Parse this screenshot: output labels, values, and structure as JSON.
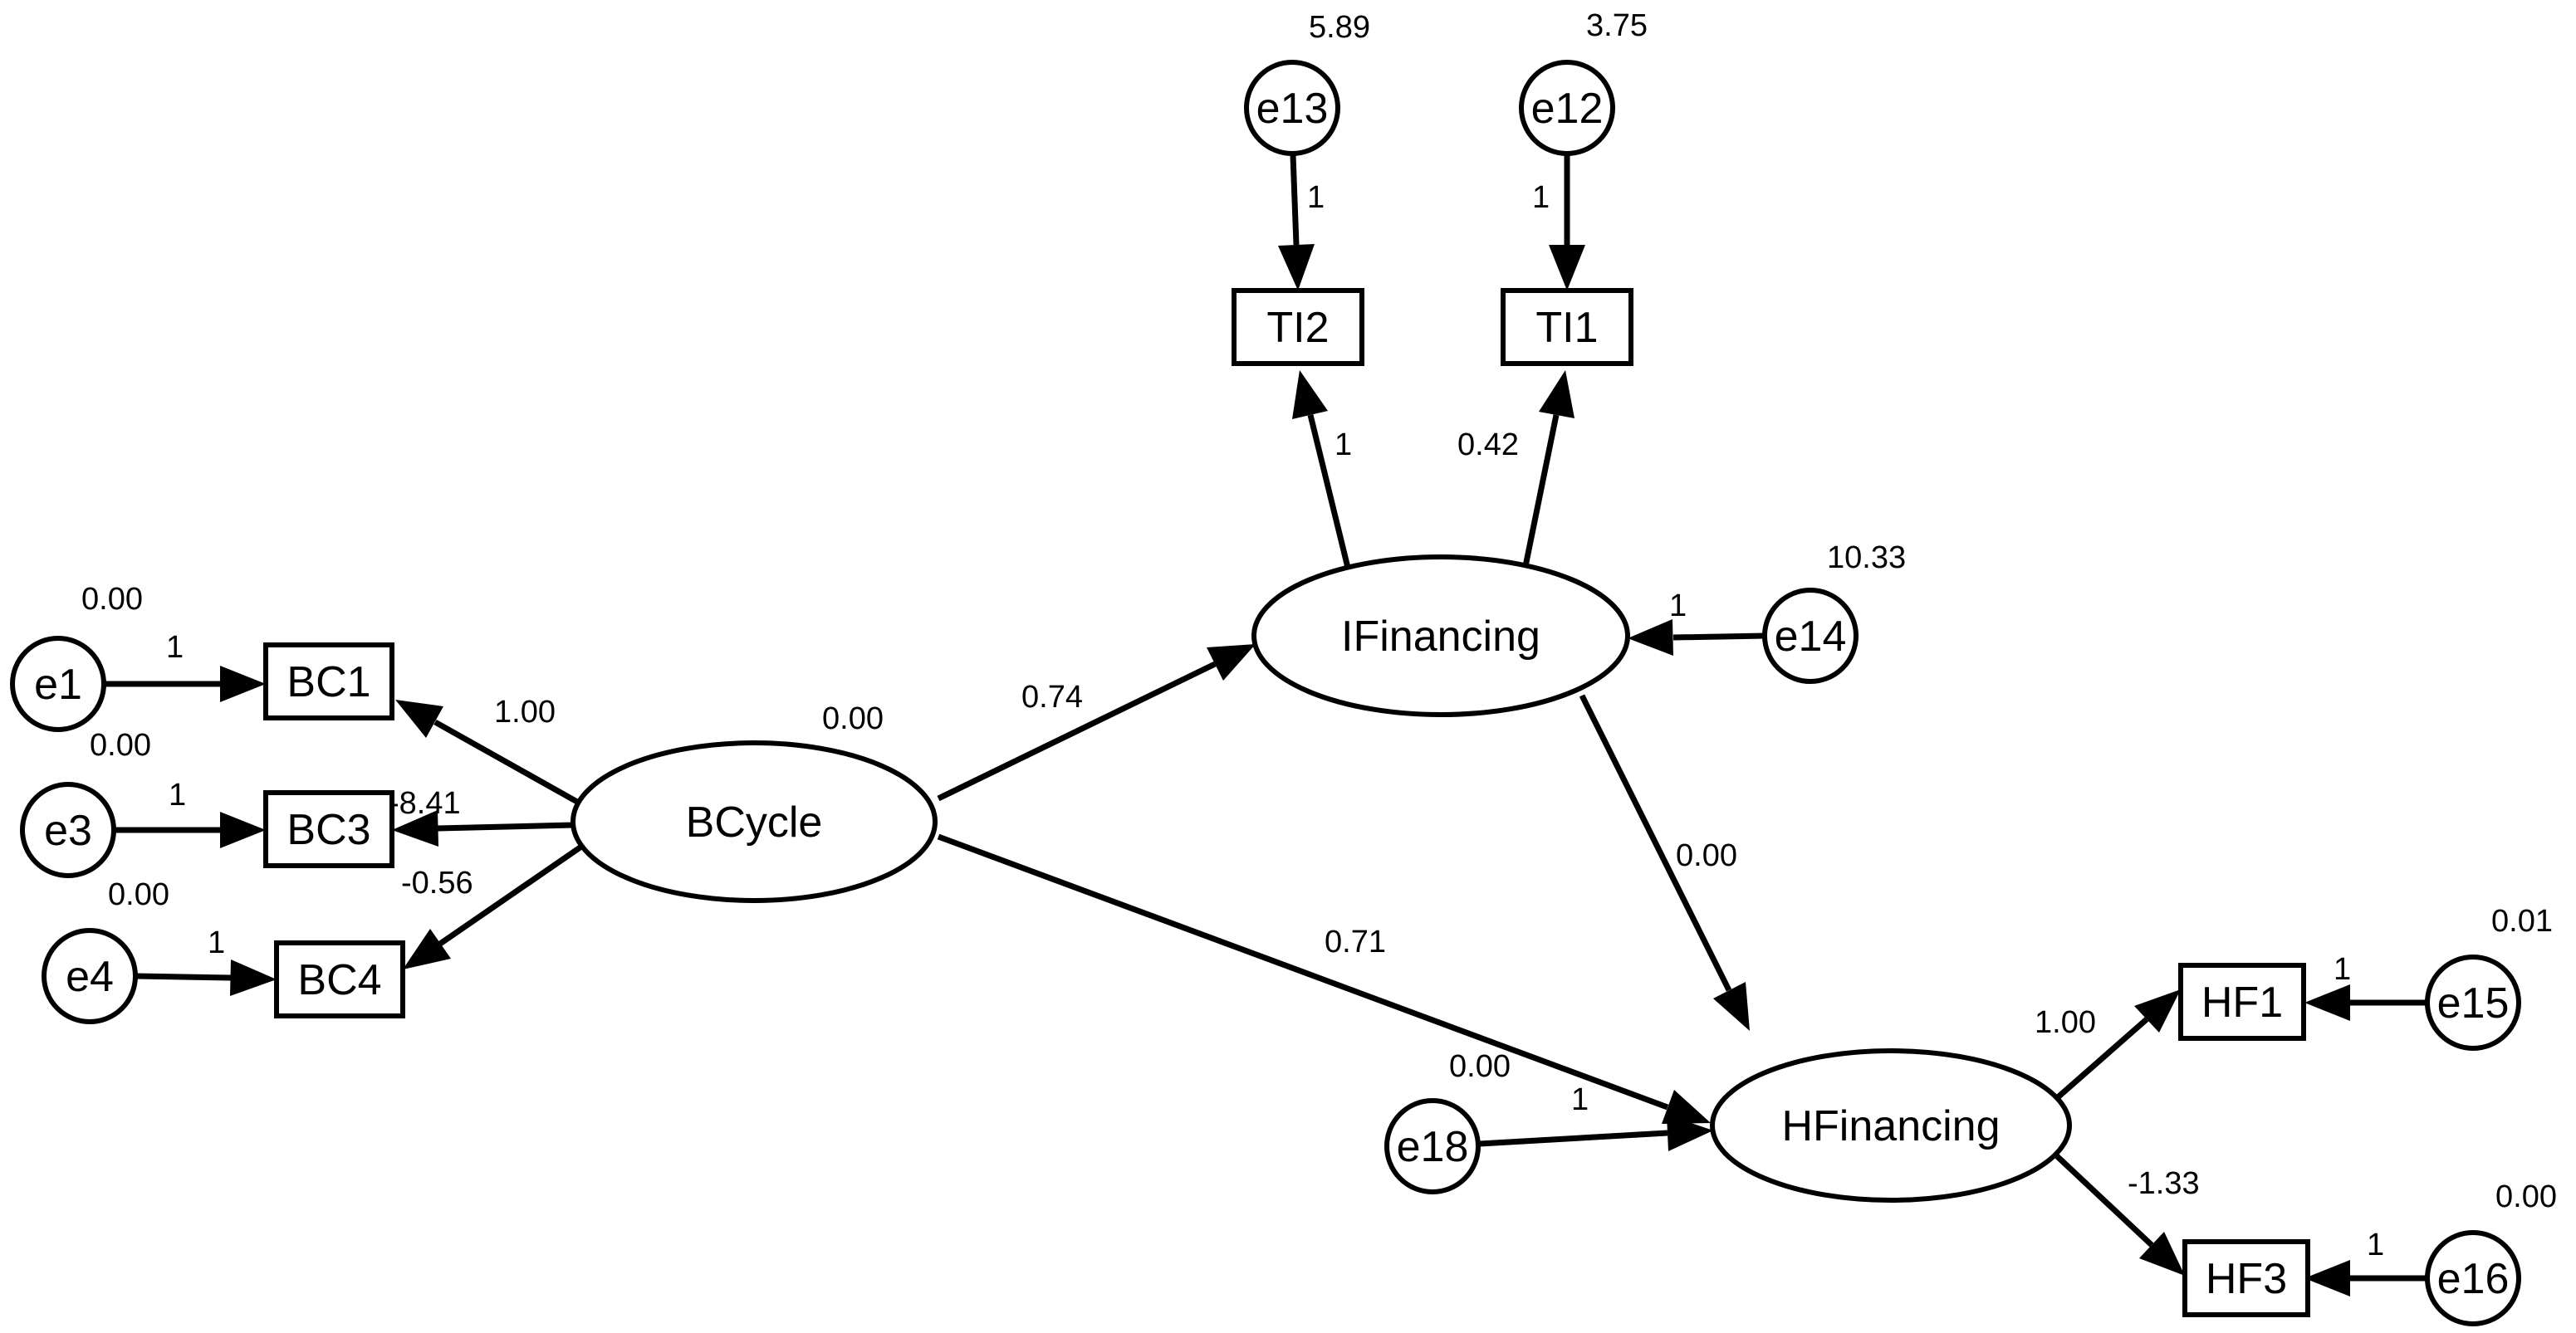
{
  "nodes": {
    "e1": "e1",
    "e3": "e3",
    "e4": "e4",
    "bc1": "BC1",
    "bc3": "BC3",
    "bc4": "BC4",
    "bcycle": "BCycle",
    "ifinancing": "IFinancing",
    "hfinancing": "HFinancing",
    "ti2": "TI2",
    "ti1": "TI1",
    "e13": "e13",
    "e12": "e12",
    "e14": "e14",
    "e18": "e18",
    "hf1": "HF1",
    "hf3": "HF3",
    "e15": "e15",
    "e16": "e16"
  },
  "variances": {
    "e1": "0.00",
    "e3": "0.00",
    "e4": "0.00",
    "bcycle": "0.00",
    "e13": "5.89",
    "e12": "3.75",
    "e14": "10.33",
    "e18": "0.00",
    "e15": "0.01",
    "e16": "0.00"
  },
  "coefficients": {
    "e1_bc1": "1",
    "e3_bc3": "1",
    "e4_bc4": "1",
    "bcycle_bc1": "1.00",
    "bcycle_bc3": "-8.41",
    "bcycle_bc4": "-0.56",
    "bcycle_ifinancing": "0.74",
    "bcycle_hfinancing": "0.71",
    "ifinancing_ti2": "1",
    "ifinancing_ti1": "0.42",
    "e13_ti2": "1",
    "e12_ti1": "1",
    "e14_ifinancing": "1",
    "ifinancing_hfinancing": "0.00",
    "e18_hfinancing": "1",
    "hfinancing_hf1": "1.00",
    "hfinancing_hf3": "-1.33",
    "e15_hf1": "1",
    "e16_hf3": "1"
  }
}
